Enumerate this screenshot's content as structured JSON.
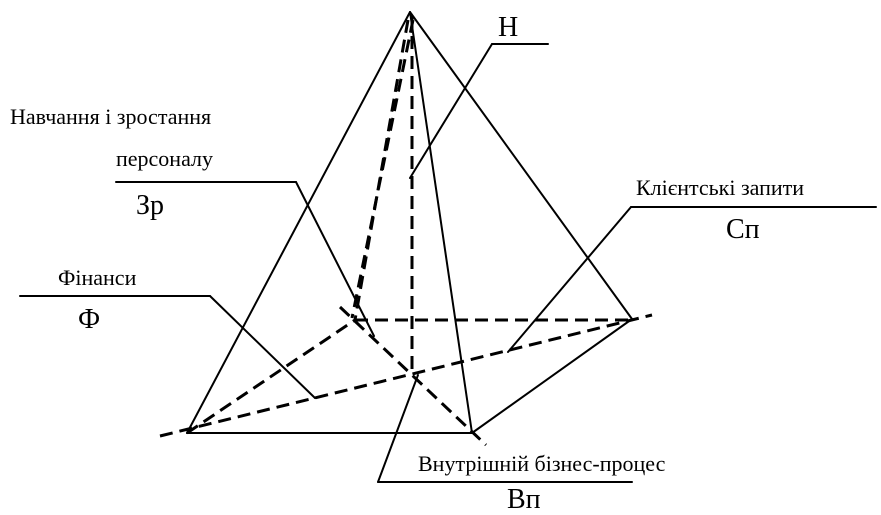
{
  "labels": {
    "apex": "Н",
    "personnel_line1": "Навчання і зростання",
    "personnel_line2": "персоналу",
    "personnel_code": "Зр",
    "clients_name": "Клієнтські запити",
    "clients_code": "Сп",
    "finance_name": "Фінанси",
    "finance_code": "Ф",
    "process_name": "Внутрішній бізнес-процес",
    "process_code": "Вп"
  },
  "colors": {
    "stroke": "#000000",
    "background": "#ffffff"
  }
}
